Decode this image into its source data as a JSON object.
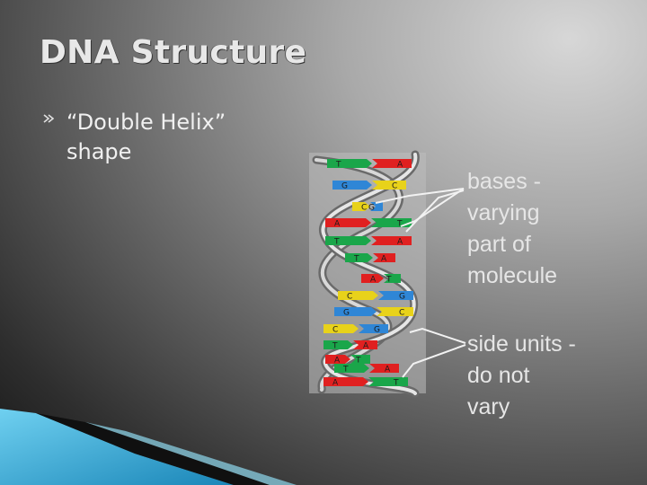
{
  "slide": {
    "title": "DNA Structure",
    "bullet": {
      "line1": "“Double Helix”",
      "line2": "shape",
      "icon": "bullet-arrow-icon"
    }
  },
  "figure": {
    "annotation_bases": [
      "bases -",
      "varying",
      "part of",
      "molecule"
    ],
    "annotation_sides": [
      "side units -",
      "do not",
      "vary"
    ],
    "base_pairs": [
      {
        "left": "T",
        "right": "A",
        "left_color": "#1aa64a",
        "right_color": "#e02020"
      },
      {
        "left": "G",
        "right": "C",
        "left_color": "#2f86d6",
        "right_color": "#e8d21a"
      },
      {
        "left": "C",
        "right": "G",
        "left_color": "#e8d21a",
        "right_color": "#2f86d6"
      },
      {
        "left": "A",
        "right": "T",
        "left_color": "#e02020",
        "right_color": "#1aa64a"
      },
      {
        "left": "T",
        "right": "A",
        "left_color": "#1aa64a",
        "right_color": "#e02020"
      },
      {
        "left": "T",
        "right": "A",
        "left_color": "#1aa64a",
        "right_color": "#e02020"
      },
      {
        "left": "A",
        "right": "T",
        "left_color": "#e02020",
        "right_color": "#1aa64a"
      },
      {
        "left": "C",
        "right": "G",
        "left_color": "#e8d21a",
        "right_color": "#2f86d6"
      },
      {
        "left": "G",
        "right": "C",
        "left_color": "#2f86d6",
        "right_color": "#e8d21a"
      },
      {
        "left": "C",
        "right": "G",
        "left_color": "#e8d21a",
        "right_color": "#2f86d6"
      },
      {
        "left": "T",
        "right": "A",
        "left_color": "#1aa64a",
        "right_color": "#e02020"
      },
      {
        "left": "A",
        "right": "T",
        "left_color": "#e02020",
        "right_color": "#1aa64a"
      },
      {
        "left": "T",
        "right": "A",
        "left_color": "#1aa64a",
        "right_color": "#e02020"
      },
      {
        "left": "A",
        "right": "T",
        "left_color": "#e02020",
        "right_color": "#1aa64a"
      }
    ]
  },
  "theme": {
    "accent_blue": "#2aa7d6",
    "text_color": "#eeeeee"
  }
}
